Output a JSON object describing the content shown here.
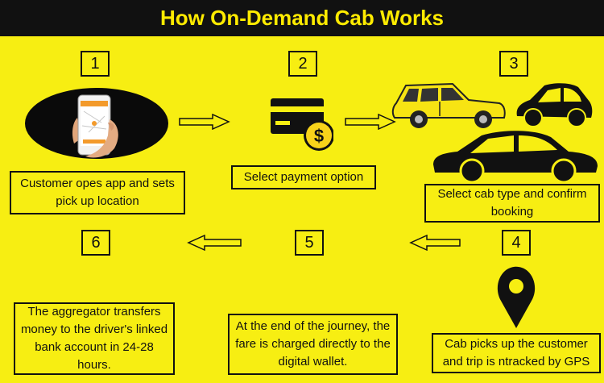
{
  "title": "How On-Demand Cab Works",
  "colors": {
    "background": "#f7ee12",
    "title_bar": "#111111",
    "title_text": "#ffeb00",
    "ink": "#111111",
    "coin": "#f7d31a"
  },
  "icons": [
    "smartphone-in-hand-icon",
    "payment-card-dollar-icon",
    "suv-car-icon",
    "hatchback-car-icon",
    "sedan-car-icon",
    "location-pin-icon"
  ],
  "steps": [
    {
      "number": "1",
      "text": "Customer opes app and sets pick up location"
    },
    {
      "number": "2",
      "text": "Select payment option"
    },
    {
      "number": "3",
      "text": "Select cab type and confirm booking"
    },
    {
      "number": "4",
      "text": "Cab picks up the customer and trip is ntracked by GPS"
    },
    {
      "number": "5",
      "text": "At the end of the journey, the fare is charged directly to the digital wallet."
    },
    {
      "number": "6",
      "text": "The aggregator transfers money to the driver's linked bank account in 24-28 hours."
    }
  ]
}
